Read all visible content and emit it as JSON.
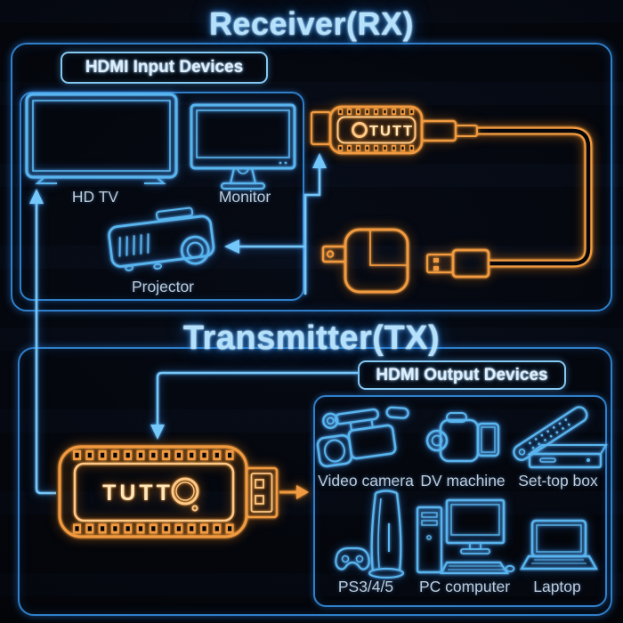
{
  "colors": {
    "neon_blue": "#59b5ee",
    "neon_orange": "#f29a40",
    "title_text": "#b5e1fc",
    "device_label_text": "#bccbd9",
    "panel_label_text": "#dcefff",
    "dongle_text": "#ffe6bb"
  },
  "receiver_section": {
    "title": "Receiver(RX)",
    "panel_label": "HDMI Input Devices",
    "devices": [
      "HD TV",
      "Monitor",
      "Projector"
    ],
    "dongle": {
      "brand": "TUTT"
    }
  },
  "transmitter_section": {
    "title": "Transmitter(TX)",
    "panel_label": "HDMI Output Devices",
    "devices": [
      "Video camera",
      "DV machine",
      "Set-top box",
      "PS3/4/5",
      "PC computer",
      "Laptop"
    ],
    "dongle": {
      "brand": "TUTT"
    }
  },
  "icons": [
    "hd-tv",
    "monitor",
    "projector",
    "video-camera",
    "dv-machine",
    "set-top-box",
    "ps-console-and-controller",
    "pc-computer",
    "laptop",
    "receiver-dongle",
    "transmitter-dongle",
    "power-adapter",
    "usb-cable",
    "arrow-connectors",
    "tutt-ring-logo"
  ]
}
